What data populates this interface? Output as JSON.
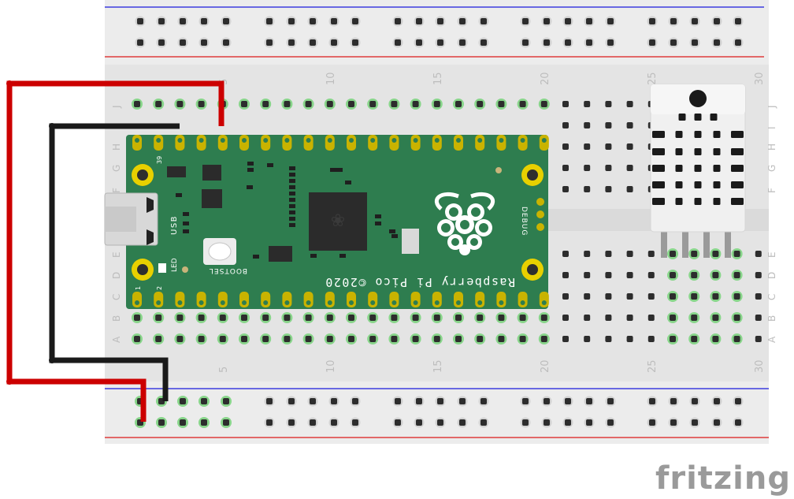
{
  "breadboard": {
    "column_numbers": [
      "5",
      "10",
      "15",
      "20",
      "25",
      "30"
    ],
    "row_letters_top": [
      "J",
      "I",
      "H",
      "G",
      "F"
    ],
    "row_letters_bottom": [
      "E",
      "D",
      "C",
      "B",
      "A"
    ]
  },
  "pico": {
    "silkscreen_brand": "Raspberry Pi Pico ©2020",
    "label_usb": "USB",
    "label_led": "LED",
    "label_bootsel": "BOOTSEL",
    "label_debug": "DEBUG",
    "pin_39": "39",
    "pin_1": "1",
    "pin_2": "2"
  },
  "sensor": {
    "name": "DHT22"
  },
  "colors": {
    "breadboard": "#e6e6e6",
    "rail_blue": "#1a1adc",
    "rail_red": "#dc1a1a",
    "hole": "#2d2d2d",
    "hole_active": "#88d58a",
    "pico_green": "#2e7d4f",
    "pad_gold": "#e8d000",
    "wire_red": "#cc0000",
    "wire_black": "#1a1a1a"
  },
  "footer": {
    "logo_text": "fritzing"
  }
}
